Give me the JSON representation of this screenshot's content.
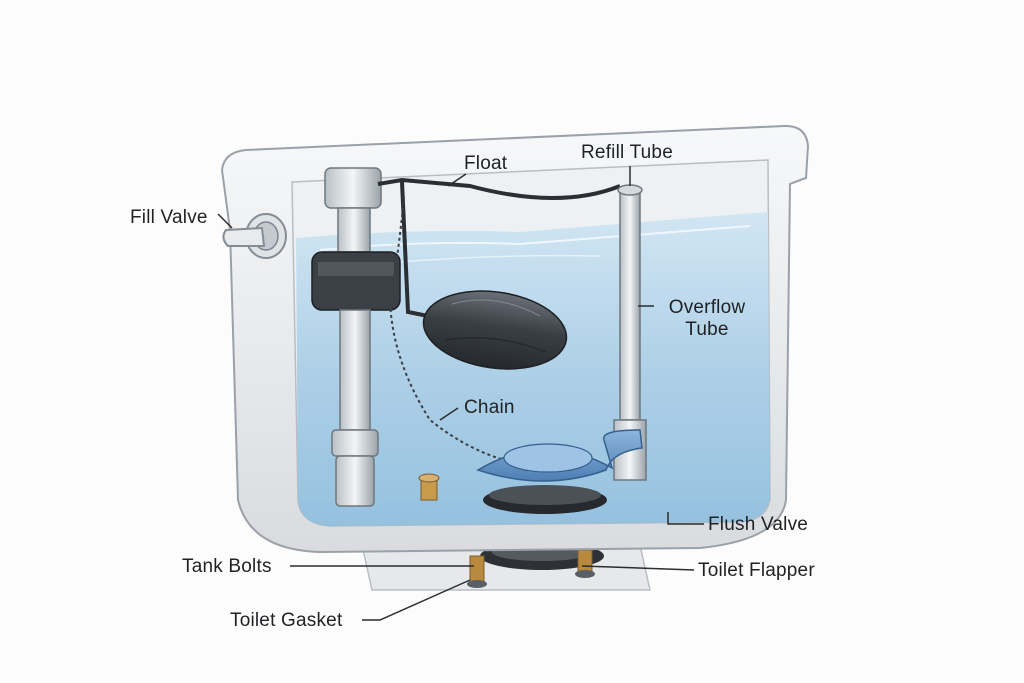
{
  "labels": {
    "float": "Float",
    "refill_tube": "Refill Tube",
    "fill_valve": "Fill Valve",
    "overflow_tube_line1": "Overflow",
    "overflow_tube_line2": "Tube",
    "chain": "Chain",
    "flush_valve": "Flush Valve",
    "tank_bolts": "Tank Bolts",
    "toilet_flapper": "Toilet Flapper",
    "toilet_gasket": "Toilet Gasket"
  },
  "colors": {
    "water": "#a9cde6",
    "water_deep": "#7fb1d6",
    "porcelain": "#f1f2f3",
    "float_ball": "#3d4248",
    "flapper": "#5e8fc4",
    "brass": "#c99a4a"
  }
}
